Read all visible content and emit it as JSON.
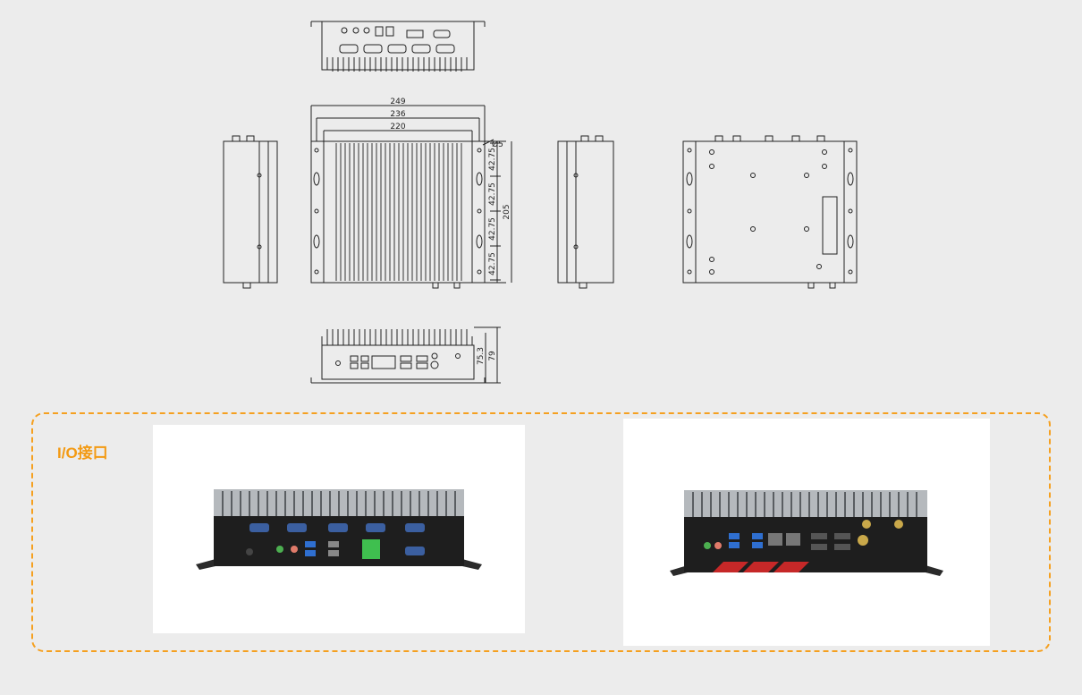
{
  "io_section": {
    "title": "I/O接口"
  },
  "dimensions": {
    "width_outer": "249",
    "width_mid": "236",
    "width_inner": "220",
    "hole_diameter": "Ø5",
    "pitch_1": "42.75",
    "pitch_2": "42.75",
    "pitch_3": "42.75",
    "pitch_4": "42.75",
    "depth": "205",
    "height_body": "75.3",
    "height_total": "79"
  },
  "colors": {
    "accent": "#f5a020",
    "title": "#f39a13",
    "chassis": "#1c1c1c",
    "stripe": "#c62828",
    "terminal": "#3fbf4f"
  }
}
